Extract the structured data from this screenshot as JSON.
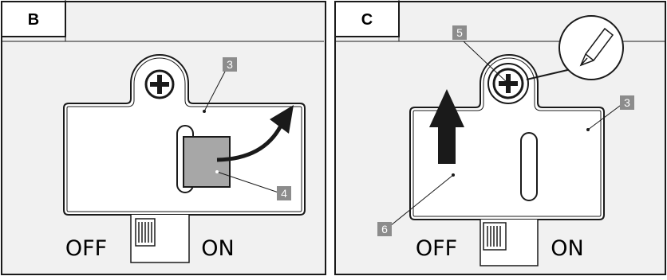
{
  "panels": [
    {
      "letter": "B",
      "switch": {
        "off_label": "OFF",
        "on_label": "ON"
      },
      "callouts": [
        {
          "number": "3",
          "target": "cover"
        },
        {
          "number": "4",
          "target": "tab"
        }
      ]
    },
    {
      "letter": "C",
      "switch": {
        "off_label": "OFF",
        "on_label": "ON"
      },
      "callouts": [
        {
          "number": "5",
          "target": "screw"
        },
        {
          "number": "3",
          "target": "cover"
        },
        {
          "number": "6",
          "target": "cover-slide"
        }
      ]
    }
  ],
  "colors": {
    "frame": "#1a1a1a",
    "panel_bg": "#f1f1f1",
    "tab_fill": "#a7a7a7",
    "callout_bg": "#8c8c8c"
  },
  "icons": [
    "screw-icon",
    "screwdriver-icon",
    "arrow-up-icon",
    "curved-arrow-icon"
  ]
}
